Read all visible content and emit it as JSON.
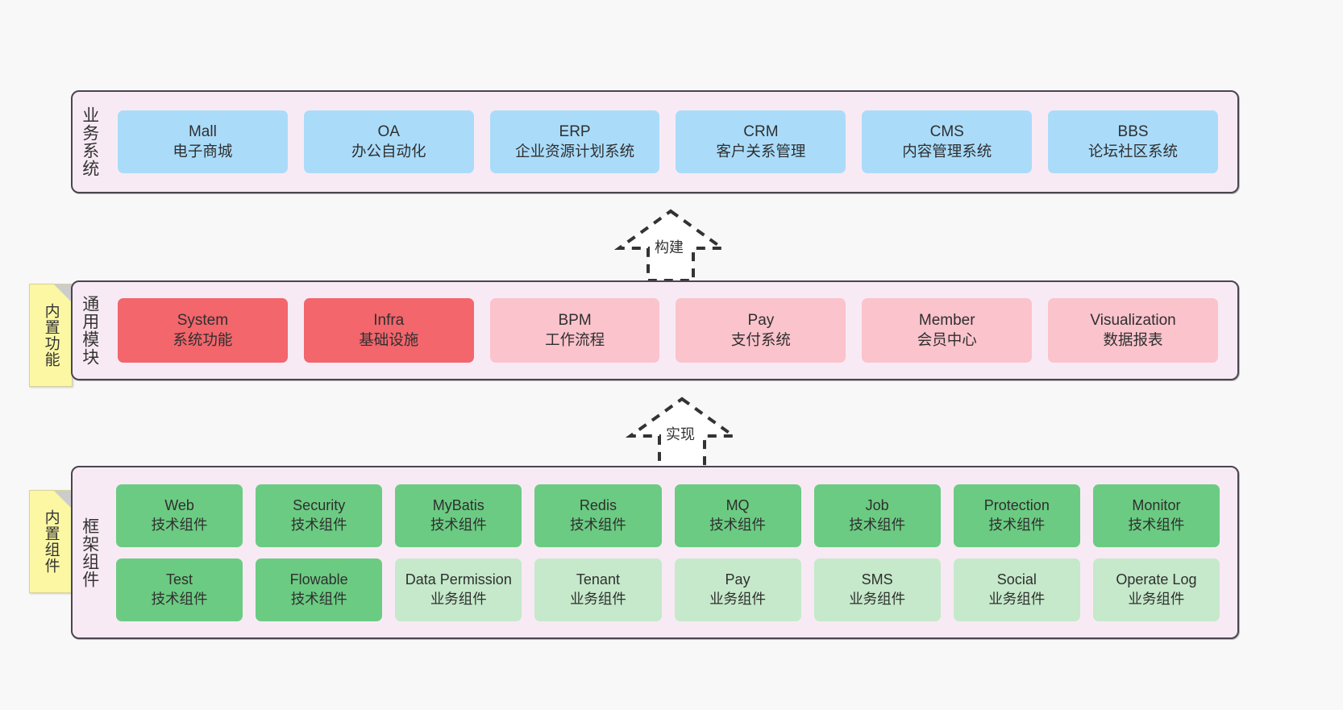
{
  "page": {
    "background": "#f8f8f8",
    "panel_bg": "#f8eaf4",
    "panel_border": "#4a4550"
  },
  "layers": {
    "business": {
      "title": "业务系统",
      "accent": "#aadcfa",
      "cards": [
        {
          "name": "Mall",
          "sub": "电子商城"
        },
        {
          "name": "OA",
          "sub": "办公自动化"
        },
        {
          "name": "ERP",
          "sub": "企业资源计划系统"
        },
        {
          "name": "CRM",
          "sub": "客户关系管理"
        },
        {
          "name": "CMS",
          "sub": "内容管理系统"
        },
        {
          "name": "BBS",
          "sub": "论坛社区系统"
        }
      ]
    },
    "modules": {
      "title": "通用模块",
      "note": "内置功能",
      "accent": "#f2666c",
      "accent_light": "#fbc3cc",
      "cards": [
        {
          "name": "System",
          "sub": "系统功能",
          "highlight": true
        },
        {
          "name": "Infra",
          "sub": "基础设施",
          "highlight": true
        },
        {
          "name": "BPM",
          "sub": "工作流程",
          "highlight": false
        },
        {
          "name": "Pay",
          "sub": "支付系统",
          "highlight": false
        },
        {
          "name": "Member",
          "sub": "会员中心",
          "highlight": false
        },
        {
          "name": "Visualization",
          "sub": "数据报表",
          "highlight": false
        }
      ]
    },
    "framework": {
      "title": "框架组件",
      "note": "内置组件",
      "accent": "#6bcb82",
      "accent_light": "#c5e9ca",
      "row1": [
        {
          "name": "Web",
          "sub": "技术组件",
          "highlight": true
        },
        {
          "name": "Security",
          "sub": "技术组件",
          "highlight": true
        },
        {
          "name": "MyBatis",
          "sub": "技术组件",
          "highlight": true
        },
        {
          "name": "Redis",
          "sub": "技术组件",
          "highlight": true
        },
        {
          "name": "MQ",
          "sub": "技术组件",
          "highlight": true
        },
        {
          "name": "Job",
          "sub": "技术组件",
          "highlight": true
        },
        {
          "name": "Protection",
          "sub": "技术组件",
          "highlight": true
        },
        {
          "name": "Monitor",
          "sub": "技术组件",
          "highlight": true
        }
      ],
      "row2": [
        {
          "name": "Test",
          "sub": "技术组件",
          "highlight": true
        },
        {
          "name": "Flowable",
          "sub": "技术组件",
          "highlight": true
        },
        {
          "name": "Data Permission",
          "sub": "业务组件",
          "highlight": false
        },
        {
          "name": "Tenant",
          "sub": "业务组件",
          "highlight": false
        },
        {
          "name": "Pay",
          "sub": "业务组件",
          "highlight": false
        },
        {
          "name": "SMS",
          "sub": "业务组件",
          "highlight": false
        },
        {
          "name": "Social",
          "sub": "业务组件",
          "highlight": false
        },
        {
          "name": "Operate Log",
          "sub": "业务组件",
          "highlight": false
        }
      ]
    }
  },
  "connectors": [
    {
      "label": "构建",
      "from": "modules",
      "to": "business"
    },
    {
      "label": "实现",
      "from": "framework",
      "to": "modules"
    }
  ]
}
